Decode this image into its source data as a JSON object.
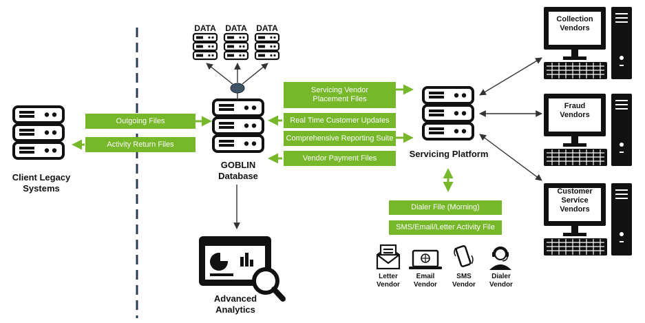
{
  "diagram": {
    "client": "Client Legacy\nSystems",
    "database": "GOBLIN\nDatabase",
    "data_label": "DATA",
    "servicing": "Servicing Platform",
    "analytics": "Advanced\nAnalytics",
    "flows": {
      "outgoing": "Outgoing Files",
      "activity_return": "Activity Return Files",
      "placement": "Servicing Vendor\nPlacement Files",
      "realtime": "Real Time Customer Updates",
      "reporting": "Comprehensive Reporting Suite",
      "payment": "Vendor Payment Files",
      "dialer": "Dialer File (Morning)",
      "activity_file": "SMS/Email/Letter Activity File"
    },
    "monitors": {
      "collection": "Collection\nVendors",
      "fraud": "Fraud\nVendors",
      "customer": "Customer\nService\nVendors"
    },
    "vendors": {
      "letter": "Letter\nVendor",
      "email": "Email\nVendor",
      "sms": "SMS\nVendor",
      "dialer": "Dialer\nVendor"
    },
    "colors": {
      "accent": "#76b82a",
      "dark": "#111111",
      "divider": "#2b3a55"
    }
  }
}
